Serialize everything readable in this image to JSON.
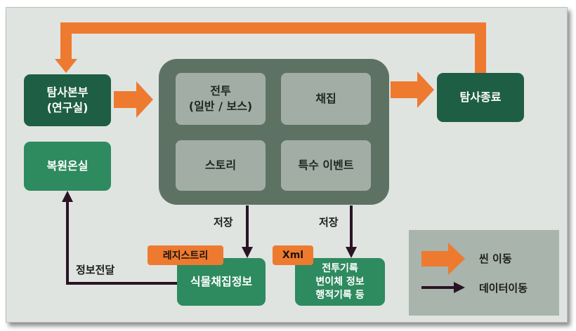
{
  "nodes": {
    "expedition_hq": "탐사본부\n(연구실)",
    "restoration_room": "복원온실",
    "expedition_end": "탐사종료",
    "battle": "전투\n(일반 / 보스)",
    "gathering": "채집",
    "story": "스토리",
    "special_event": "특수 이벤트",
    "plant_info": "식물채집정보",
    "battle_records": "전투기록\n변이체 정보\n행적기록 등"
  },
  "tags": {
    "registry": "레지스트리",
    "xml": "Xml"
  },
  "edge_labels": {
    "save_left": "저장",
    "save_right": "저장",
    "info_transfer": "정보전달"
  },
  "legend": {
    "scene_move": "씬 이동",
    "data_move": "데이터이동"
  },
  "colors": {
    "orange_arrow": "#ee7a2f",
    "dark_arrow": "#2a1424",
    "dark_green": "#1e5e45",
    "mid_green": "#2e8a5f",
    "hub": "#5e7264"
  }
}
